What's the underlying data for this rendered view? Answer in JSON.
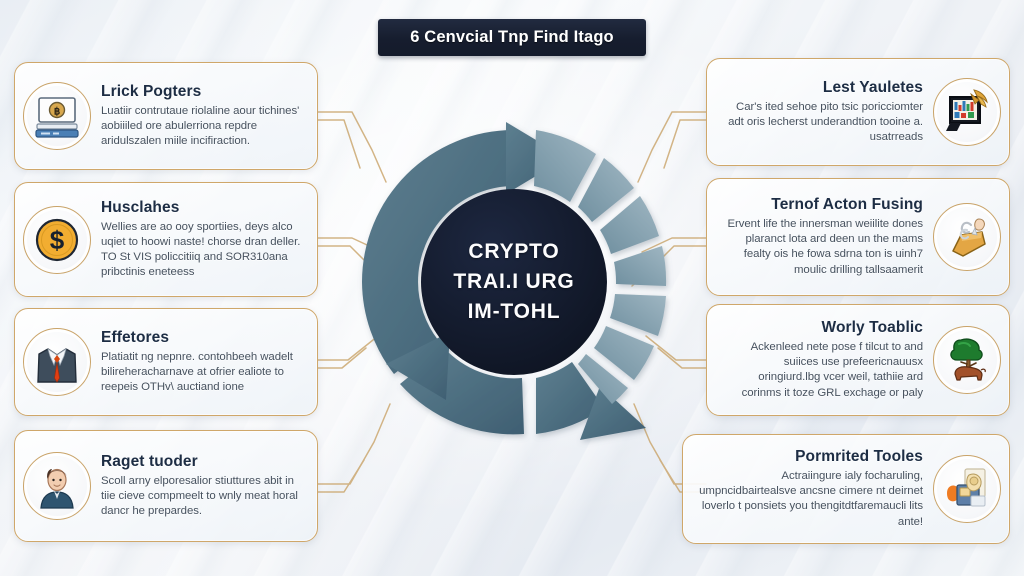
{
  "header": {
    "title": "6 Cenvcial Tnp Find Itago",
    "bar_color": "#161d2e"
  },
  "hub": {
    "line1": "CRYPTO",
    "line2": "TRAI.I URG",
    "line3": "IM-TOHL",
    "circle_color": "#141c2e",
    "arrow_color": "#4a6b7c"
  },
  "theme": {
    "background": "#eef1f5",
    "card_border": "#cfa76a",
    "heading_color": "#1d2d44",
    "body_color": "#47525f",
    "connector_color": "#c9a368"
  },
  "left_cards": [
    {
      "icon": "monitor-coin-icon",
      "title": "Lrick Pogters",
      "body": "Luatiir contrutaue riolaline aour tichines' aobiiiled ore abulerriona repdre aridulszalen miile incifiraction."
    },
    {
      "icon": "dollar-coin-icon",
      "title": "Husclahes",
      "body": "Wellies are ao ooy sportiies, deys alco uqiet to hoowi naste! chorse dran deller. TO St VIS policcitiiq and SOR310ana pribctinis eneteess"
    },
    {
      "icon": "business-suit-icon",
      "title": "Effetores",
      "body": "Platiatit ng nepnre. contohbeeh wadelt bilireheracharnave at ofrier ealiote to reepeis OTHv\\ auctiand ione"
    },
    {
      "icon": "person-avatar-icon",
      "title": "Raget tuoder",
      "body": "Scoll arny elporesalior stiuttures abit in tiie cieve compmeelt to wnly meat horal dancr he prepardes."
    }
  ],
  "right_cards": [
    {
      "icon": "trading-screen-icon",
      "title": "Lest Yauletes",
      "body": "Car's ited sehoe pito tsic poricciomter adt oris lecherst underandtion tooine a. usatrreads"
    },
    {
      "icon": "gold-bar-icon",
      "title": "Ternof Acton Fusing",
      "body": "Ervent life the innersman weiilite dones plaranct lota ard deen un the mams fealty ois he fowa sdrna ton is uinh7 moulic drilling tallsaamerit"
    },
    {
      "icon": "tree-bull-icon",
      "title": "Worly Toablic",
      "body": "Ackenleed nete pose f tilcut to and suiices use prefeericnauusx oringiurd.lbg vcer weil, tathiie ard corinms it toze GRL exchage or paly"
    },
    {
      "icon": "wallet-cards-icon",
      "title": "Pormrited Tooles",
      "body": "Actraiingure ialy focharuling, umpncidbairtealsve ancsne cimere nt deirnet loverlo t ponsiets you thengitdtfaremaucli lits ante!"
    }
  ]
}
